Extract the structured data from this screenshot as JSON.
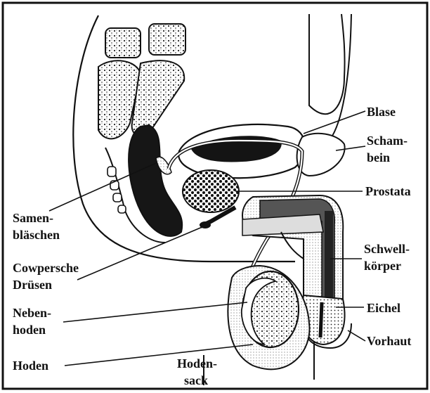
{
  "diagram": {
    "labels": {
      "blase": "Blase",
      "schambein_1": "Scham-",
      "schambein_2": "bein",
      "prostata": "Prostata",
      "samen_1": "Samen-",
      "samen_2": "bläschen",
      "schwell_1": "Schwell-",
      "schwell_2": "körper",
      "cowper_1": "Cowpersche",
      "cowper_2": "Drüsen",
      "eichel": "Eichel",
      "neben_1": "Neben-",
      "neben_2": "hoden",
      "vorhaut": "Vorhaut",
      "hoden": "Hoden",
      "hodensack_1": "Hoden-",
      "hodensack_2": "sack"
    }
  }
}
